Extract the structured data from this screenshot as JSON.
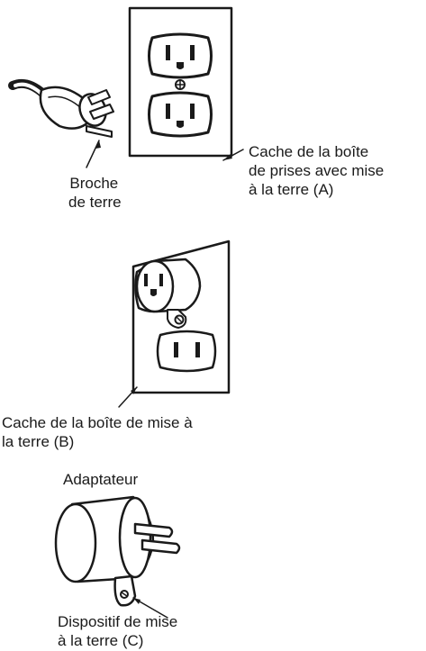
{
  "labels": {
    "broche": [
      "Broche",
      "de terre"
    ],
    "cache_a": [
      "Cache de la boîte",
      "de prises avec mise",
      "à la terre (A)"
    ],
    "cache_b": [
      "Cache de la boîte de mise à",
      "la terre (B)"
    ],
    "adaptateur": "Adaptateur",
    "dispositif": [
      "Dispositif de mise",
      "à la terre (C)"
    ]
  },
  "colors": {
    "line": "#1a1a1a",
    "fill": "#ffffff"
  }
}
